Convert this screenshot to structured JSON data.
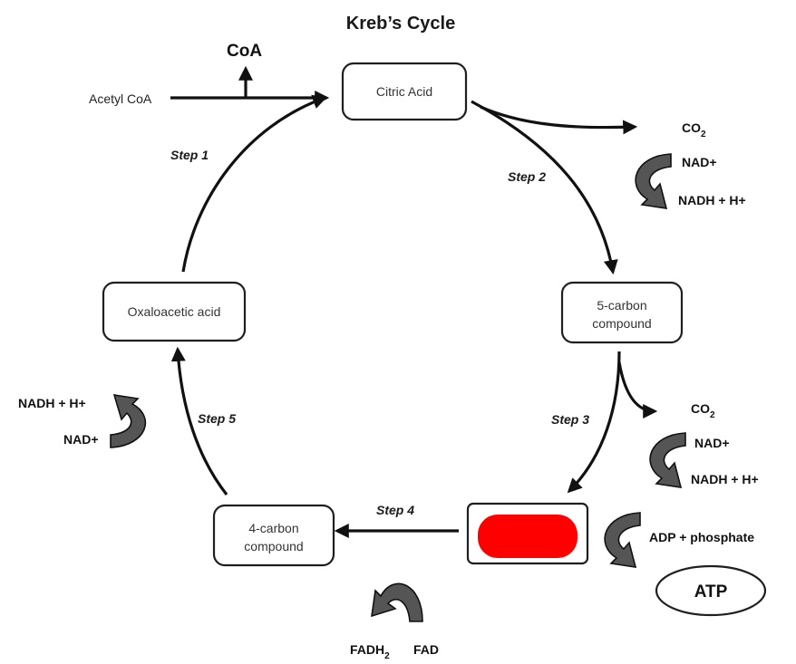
{
  "title": "Kreb’s Cycle",
  "nodes": {
    "citric_acid": "Citric Acid",
    "five_carbon_line1": "5-carbon",
    "five_carbon_line2": "compound",
    "four_carbon_line1": "4-carbon",
    "four_carbon_line2": "compound",
    "oxaloacetic_acid": "Oxaloacetic acid",
    "hidden_compound_color": "#ff0000"
  },
  "steps": {
    "step1": "Step 1",
    "step2": "Step 2",
    "step3": "Step 3",
    "step4": "Step 4",
    "step5": "Step 5"
  },
  "molecules": {
    "acetyl_coa": "Acetyl CoA",
    "coa": "CoA",
    "co2_base": "CO",
    "co2_sub": "2",
    "nad": "NAD+",
    "nadh": "NADH + H+",
    "adp_phosphate": "ADP + phosphate",
    "atp": "ATP",
    "fadh2_base": "FADH",
    "fadh2_sub": "2",
    "fad": "FAD"
  }
}
